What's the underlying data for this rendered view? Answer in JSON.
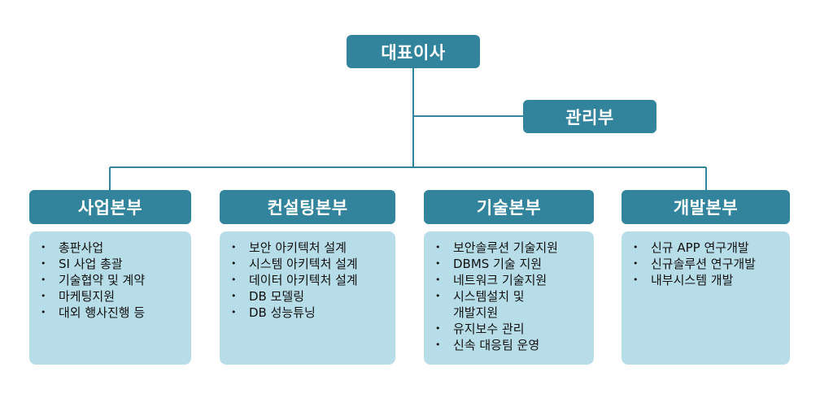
{
  "ceo": "대표이사",
  "admin": "관리부",
  "departments": [
    {
      "name": "사업본부",
      "items": [
        "총판사업",
        "SI 사업 총괄",
        "기술협약 및 계약",
        "마케팅지원",
        "대외 행사진행 등"
      ]
    },
    {
      "name": "컨설팅본부",
      "items": [
        "보안 아키텍처 설계",
        "시스템 아키텍처 설계",
        "데이터 아키텍처 설계",
        "DB 모델링",
        "DB 성능튜닝"
      ]
    },
    {
      "name": "기술본부",
      "items": [
        "보안솔루션 기술지원",
        "DBMS 기술 지원",
        "네트워크 기술지원",
        "시스템설치 및",
        "개발지원",
        "유지보수 관리",
        "신속 대응팀 운영"
      ]
    },
    {
      "name": "개발본부",
      "items": [
        "신규 APP 연구개발",
        "신규솔루션 연구개발",
        "내부시스템 개발"
      ]
    }
  ],
  "colors": {
    "node": "#31849b",
    "detail": "#b7dde8",
    "line": "#31849b"
  }
}
